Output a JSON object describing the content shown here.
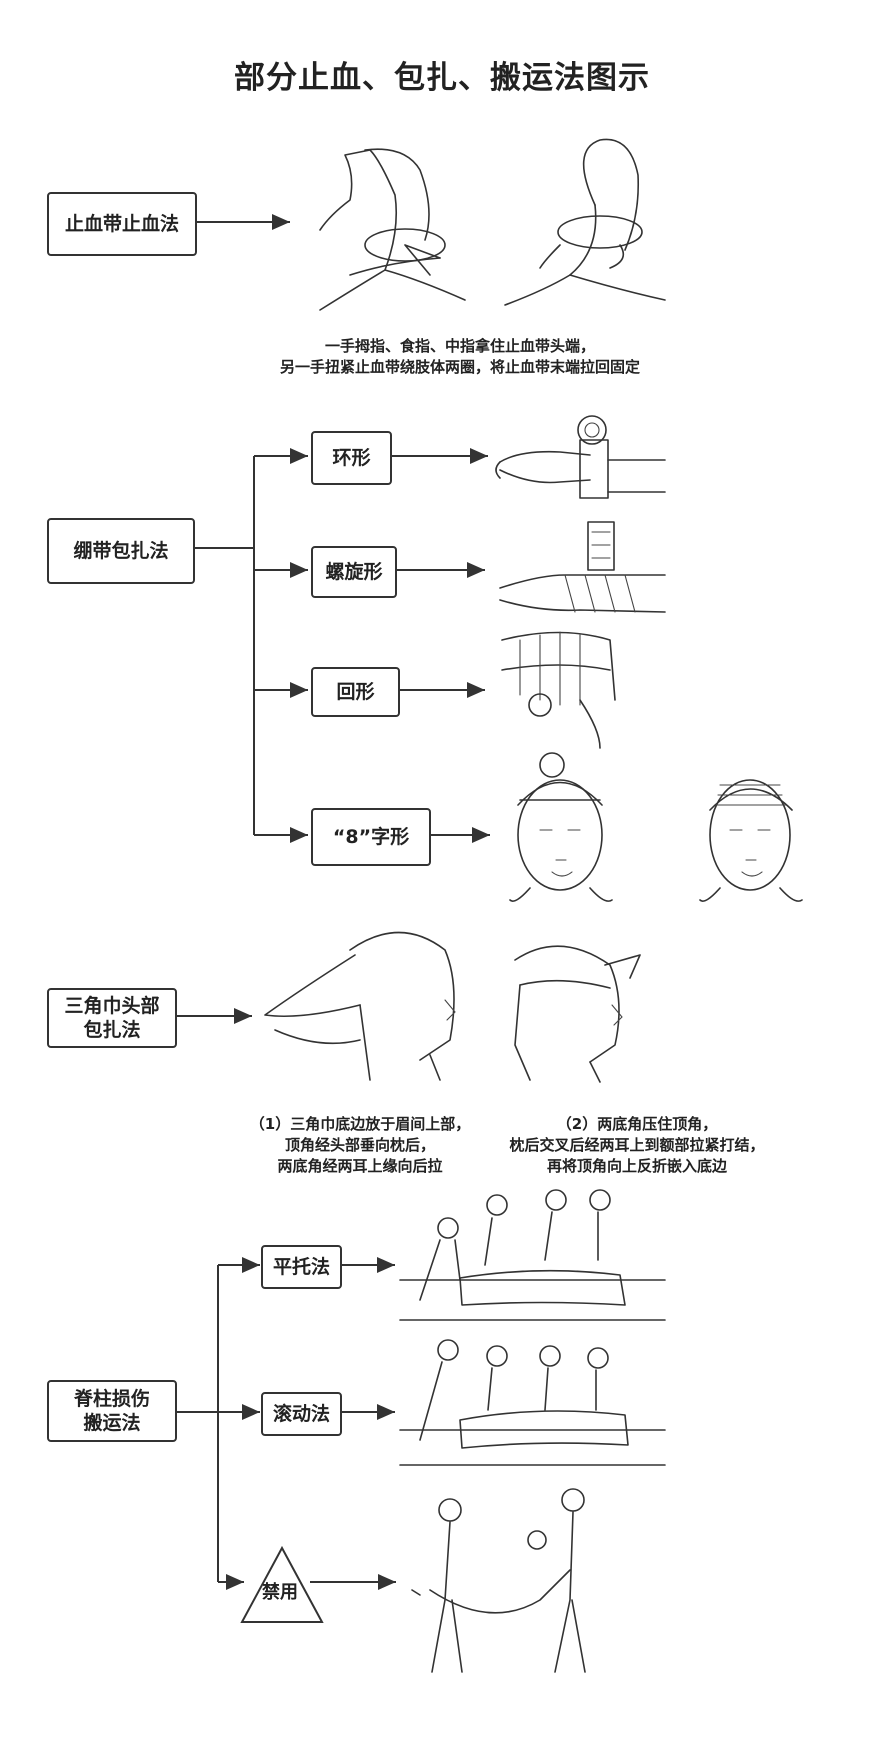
{
  "title": "部分止血、包扎、搬运法图示",
  "sections": {
    "tourniquet": {
      "label": "止血带止血法",
      "caption_line1": "一手拇指、食指、中指拿住止血带头端，",
      "caption_line2": "另一手扭紧止血带绕肢体两圈，将止血带末端拉回固定"
    },
    "bandage": {
      "label": "绷带包扎法",
      "branches": [
        "环形",
        "螺旋形",
        "回形",
        "“8”字形"
      ]
    },
    "triangle": {
      "label_line1": "三角巾头部",
      "label_line2": "包扎法",
      "step1": [
        "（1）三角巾底边放于眉间上部，",
        "顶角经头部垂向枕后，",
        "两底角经两耳上缘向后拉"
      ],
      "step2": [
        "（2）两底角压住顶角，",
        "枕后交叉后经两耳上到额部拉紧打结，",
        "再将顶角向上反折嵌入底边"
      ]
    },
    "spine": {
      "label_line1": "脊柱损伤",
      "label_line2": "搬运法",
      "branches": [
        "平托法",
        "滚动法",
        "禁用"
      ]
    }
  },
  "icons": [
    "arrow-icon",
    "hand-icon",
    "face-icon",
    "stretcher-icon",
    "warning-triangle-icon"
  ]
}
